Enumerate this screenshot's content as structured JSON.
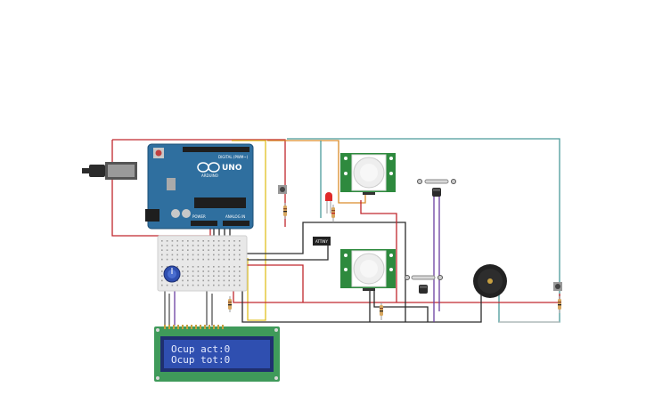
{
  "arduino": {
    "brand": "UNO",
    "subtitle": "ARDUINO",
    "digital_label": "DIGITAL (PWM~)",
    "analog_label": "ANALOG IN",
    "power_label": "POWER"
  },
  "ic": {
    "label": "ATTINY"
  },
  "lcd": {
    "line1": "Ocup act:0",
    "line2": "Ocup tot:0"
  },
  "colors": {
    "board": "#2f6f9f",
    "lcd_screen": "#2f4fb0",
    "lcd_pcb": "#3f9a5a",
    "pir_pcb": "#2e8a3e",
    "wire_red": "#c0272d",
    "wire_black": "#2b2b2b",
    "wire_teal": "#4a9a9a",
    "wire_orange": "#d98c2a",
    "wire_yellow": "#e0c020",
    "wire_purple": "#6b3fa0"
  }
}
